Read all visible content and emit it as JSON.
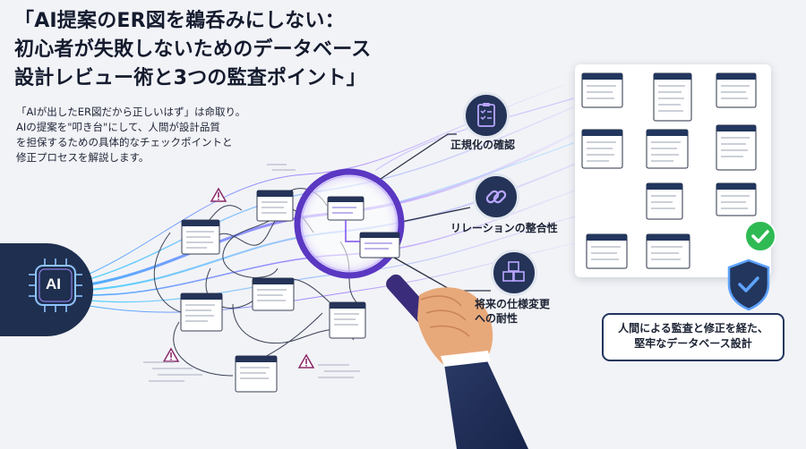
{
  "title": {
    "line1": "「AI提案のER図を鵜呑みにしない：",
    "line2": "初心者が失敗しないためのデータベース",
    "line3": "設計レビュー術と3つの監査ポイント」"
  },
  "description": {
    "line1": "「AIが出したER図だから正しいはず」は命取り。",
    "line2": "AIの提案を\"叩き台\"にして、人間が設計品質",
    "line3": "を担保するための具体的なチェックポイントと",
    "line4": "修正プロセスを解説します。"
  },
  "ai_badge": {
    "label": "AI"
  },
  "audit_points": [
    {
      "label": "正規化の確認",
      "icon": "checklist-icon"
    },
    {
      "label": "リレーションの整合性",
      "icon": "link-icon"
    },
    {
      "label_line1": "将来の仕様変更",
      "label_line2": "への耐性",
      "icon": "cubes-icon"
    }
  ],
  "callout": {
    "line1": "人間による監査と修正を経た、",
    "line2": "堅牢なデータベース設計"
  },
  "colors": {
    "navy": "#22365e",
    "accent_purple": "#6a3fd0",
    "check_green": "#2fba54",
    "background": "#f2f3f7"
  }
}
